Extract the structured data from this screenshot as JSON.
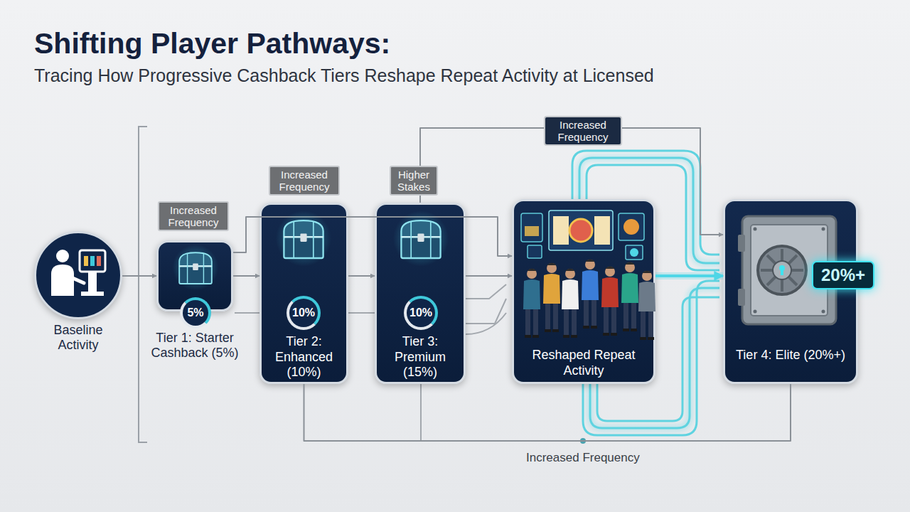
{
  "diagram": {
    "title": "Shifting Player Pathways:",
    "caption": "Tracing How Progressive Cashback Tiers Reshape Repeat Activity at Licensed",
    "nodes": [
      {
        "text": [
          "Baseline Activity"
        ]
      },
      {
        "text": [
          "Increased Frequency"
        ]
      },
      {
        "text": [
          "Tier 1: Starter Cashback (5%)"
        ]
      },
      {
        "text": [
          "5%"
        ],
        "in": 2
      },
      {
        "text": [
          "Increased Frequency"
        ]
      },
      {
        "text": [
          "Tier 2: Enhanced (10%)"
        ]
      },
      {
        "text": [
          "10%"
        ],
        "in": 5
      },
      {
        "text": [
          "Higher Stakes"
        ]
      },
      {
        "text": [
          "Tier 3: Premium (15%)"
        ]
      },
      {
        "text": [
          "10%"
        ],
        "in": 8
      },
      {
        "text": [
          "Increased Frequency"
        ]
      },
      {
        "text": [
          "Reshaped Repeat Activity"
        ]
      },
      {
        "text": [
          "Tier 4: Elite (20%+)"
        ]
      },
      {
        "text": [
          "20%+"
        ],
        "in": 12
      }
    ],
    "edges": [
      {
        "from": 0,
        "to": 2,
        "arrow": "to"
      },
      {
        "from": 2,
        "to": 5,
        "arrow": "to"
      },
      {
        "from": 5,
        "to": 8,
        "arrow": "to"
      },
      {
        "from": 8,
        "to": 11,
        "arrow": "to"
      },
      {
        "from": 11,
        "to": 12,
        "arrow": "to"
      },
      {
        "from": 2,
        "to": 11,
        "arrow": "to"
      },
      {
        "from": 8,
        "to": 12,
        "arrow": "to"
      },
      {
        "from": 5,
        "to": 12,
        "label": "Increased Frequency",
        "arrow": "none"
      }
    ]
  }
}
